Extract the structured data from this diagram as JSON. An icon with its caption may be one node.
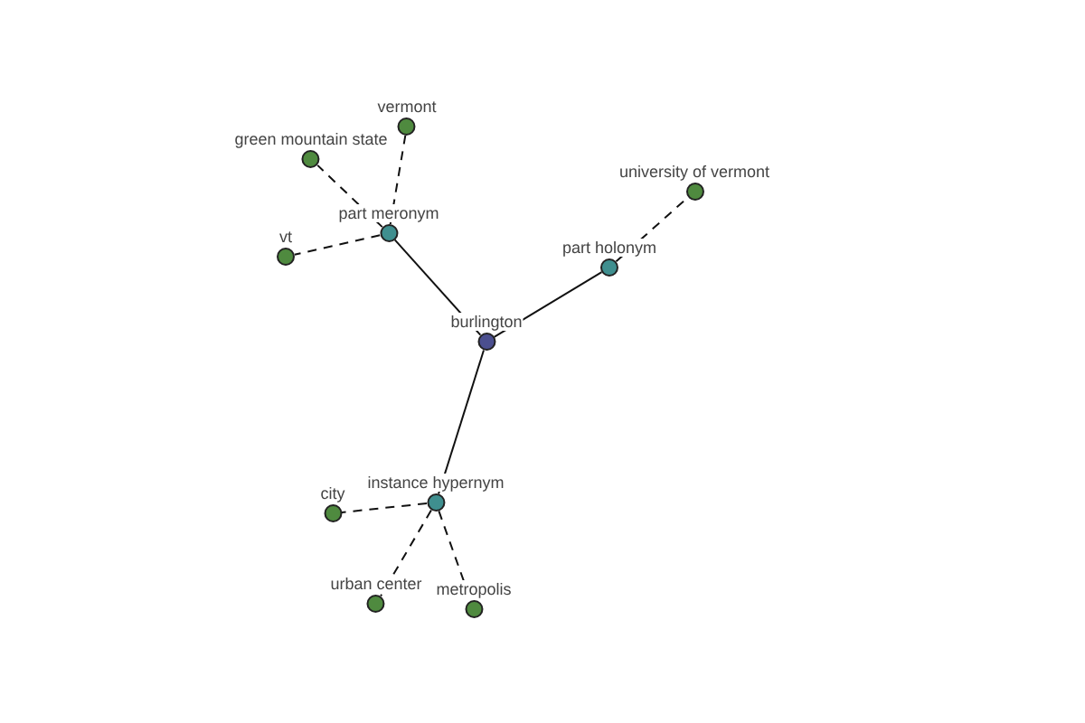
{
  "diagram": {
    "nodes": [
      {
        "text": [
          "vermont"
        ]
      },
      {
        "text": [
          "green mountain state"
        ]
      },
      {
        "text": [
          "university of vermont"
        ]
      },
      {
        "text": [
          "part meronym"
        ]
      },
      {
        "text": [
          "vt"
        ]
      },
      {
        "text": [
          "part holonym"
        ]
      },
      {
        "text": [
          "burlington"
        ]
      },
      {
        "text": [
          "instance hypernym"
        ]
      },
      {
        "text": [
          "city"
        ]
      },
      {
        "text": [
          "urban center"
        ]
      },
      {
        "text": [
          "metropolis"
        ]
      }
    ],
    "edges": [
      {
        "from": 6,
        "to": 3,
        "arrow": "none"
      },
      {
        "from": 6,
        "to": 5,
        "arrow": "none"
      },
      {
        "from": 6,
        "to": 7,
        "arrow": "none"
      },
      {
        "from": 3,
        "to": 0,
        "arrow": "none",
        "style": "dashed"
      },
      {
        "from": 3,
        "to": 1,
        "arrow": "none",
        "style": "dashed"
      },
      {
        "from": 3,
        "to": 4,
        "arrow": "none",
        "style": "dashed"
      },
      {
        "from": 5,
        "to": 2,
        "arrow": "none",
        "style": "dashed"
      },
      {
        "from": 7,
        "to": 8,
        "arrow": "none",
        "style": "dashed"
      },
      {
        "from": 7,
        "to": 9,
        "arrow": "none",
        "style": "dashed"
      },
      {
        "from": 7,
        "to": 10,
        "arrow": "none",
        "style": "dashed"
      }
    ]
  }
}
